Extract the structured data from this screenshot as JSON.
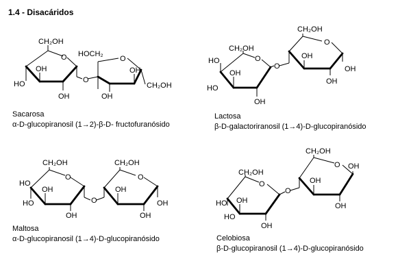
{
  "title": "1.4 - Disacáridos",
  "labels": {
    "ch2oh": "CH₂OH",
    "hoch2": "HOCH₂",
    "oh": "OH",
    "ho": "HO",
    "o": "O"
  },
  "sacarosa": {
    "name": "Sacarosa",
    "systematic": "α-D-glucopiranosil (1→2)-β-D- fructofuranósido"
  },
  "lactosa": {
    "name": "Lactosa",
    "systematic": "β-D-galactoriranosil (1→4)-D-glucopiranósido"
  },
  "maltosa": {
    "name": "Maltosa",
    "systematic": "α-D-glucopiranosil (1→4)-D-glucopiranósido"
  },
  "celobiosa": {
    "name": "Celobiosa",
    "systematic": "β-D-glucopiranosil (1→4)-D-glucopiranósido"
  }
}
